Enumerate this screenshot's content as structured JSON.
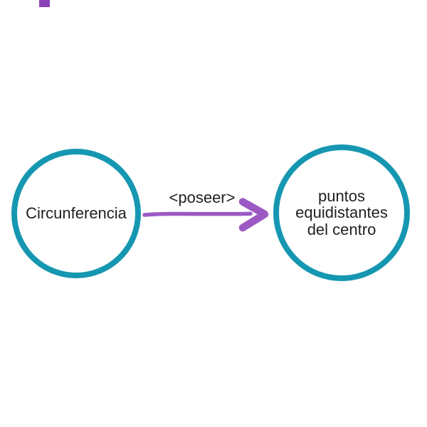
{
  "diagram": {
    "nodes": {
      "left": {
        "label": "Circunferencia"
      },
      "right": {
        "lines": [
          "puntos",
          "equidistantes",
          "del centro"
        ]
      }
    },
    "edge": {
      "label": "<poseer>"
    }
  },
  "colors": {
    "node-stroke": "#1697b1",
    "edge": "#9c59c4",
    "square": "#8a42b8",
    "text": "#202124",
    "background": "#ffffff"
  }
}
